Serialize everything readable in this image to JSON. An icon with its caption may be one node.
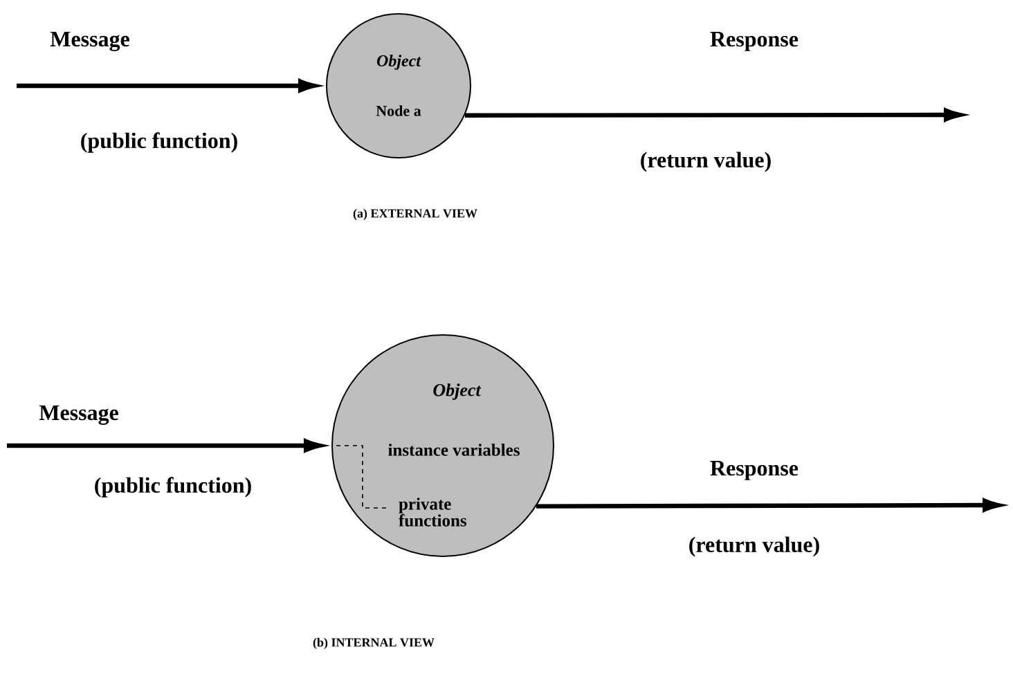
{
  "diagram": {
    "nodes": [
      {
        "text": [
          "Object",
          "Node a"
        ]
      },
      {
        "text": [
          "Object",
          "instance variables",
          "private functions"
        ]
      }
    ],
    "edges": [
      {
        "from": null,
        "to": 0,
        "arrow": "to",
        "label": "Message"
      },
      {
        "from": 0,
        "to": null,
        "arrow": "to",
        "label": "Response"
      },
      {
        "from": null,
        "to": 1,
        "arrow": "to",
        "label": "Message"
      },
      {
        "from": 1,
        "to": null,
        "arrow": "to",
        "label": "Response"
      }
    ],
    "labels": [
      "(public function)",
      "(return value)",
      "(a) EXTERNAL VIEW",
      "(public function)",
      "(return value)",
      "(b) INTERNAL VIEW"
    ]
  }
}
